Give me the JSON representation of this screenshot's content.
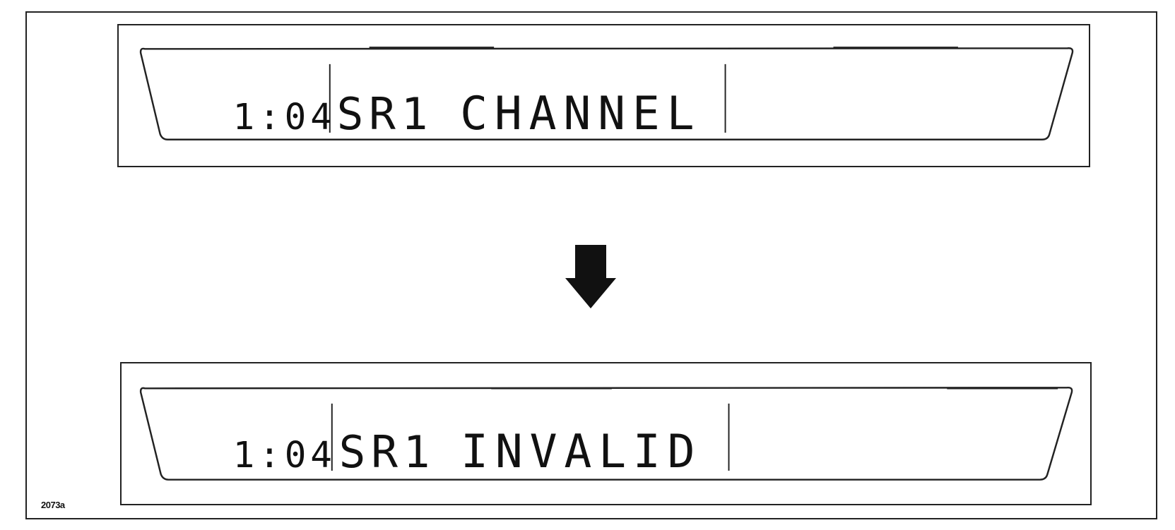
{
  "displays": [
    {
      "time": "1:04",
      "source": "SR1",
      "message": "CHANNEL"
    },
    {
      "time": "1:04",
      "source": "SR1",
      "message": "INVALID"
    }
  ],
  "transition_icon": "down-arrow-icon",
  "figure_id": "2073a"
}
